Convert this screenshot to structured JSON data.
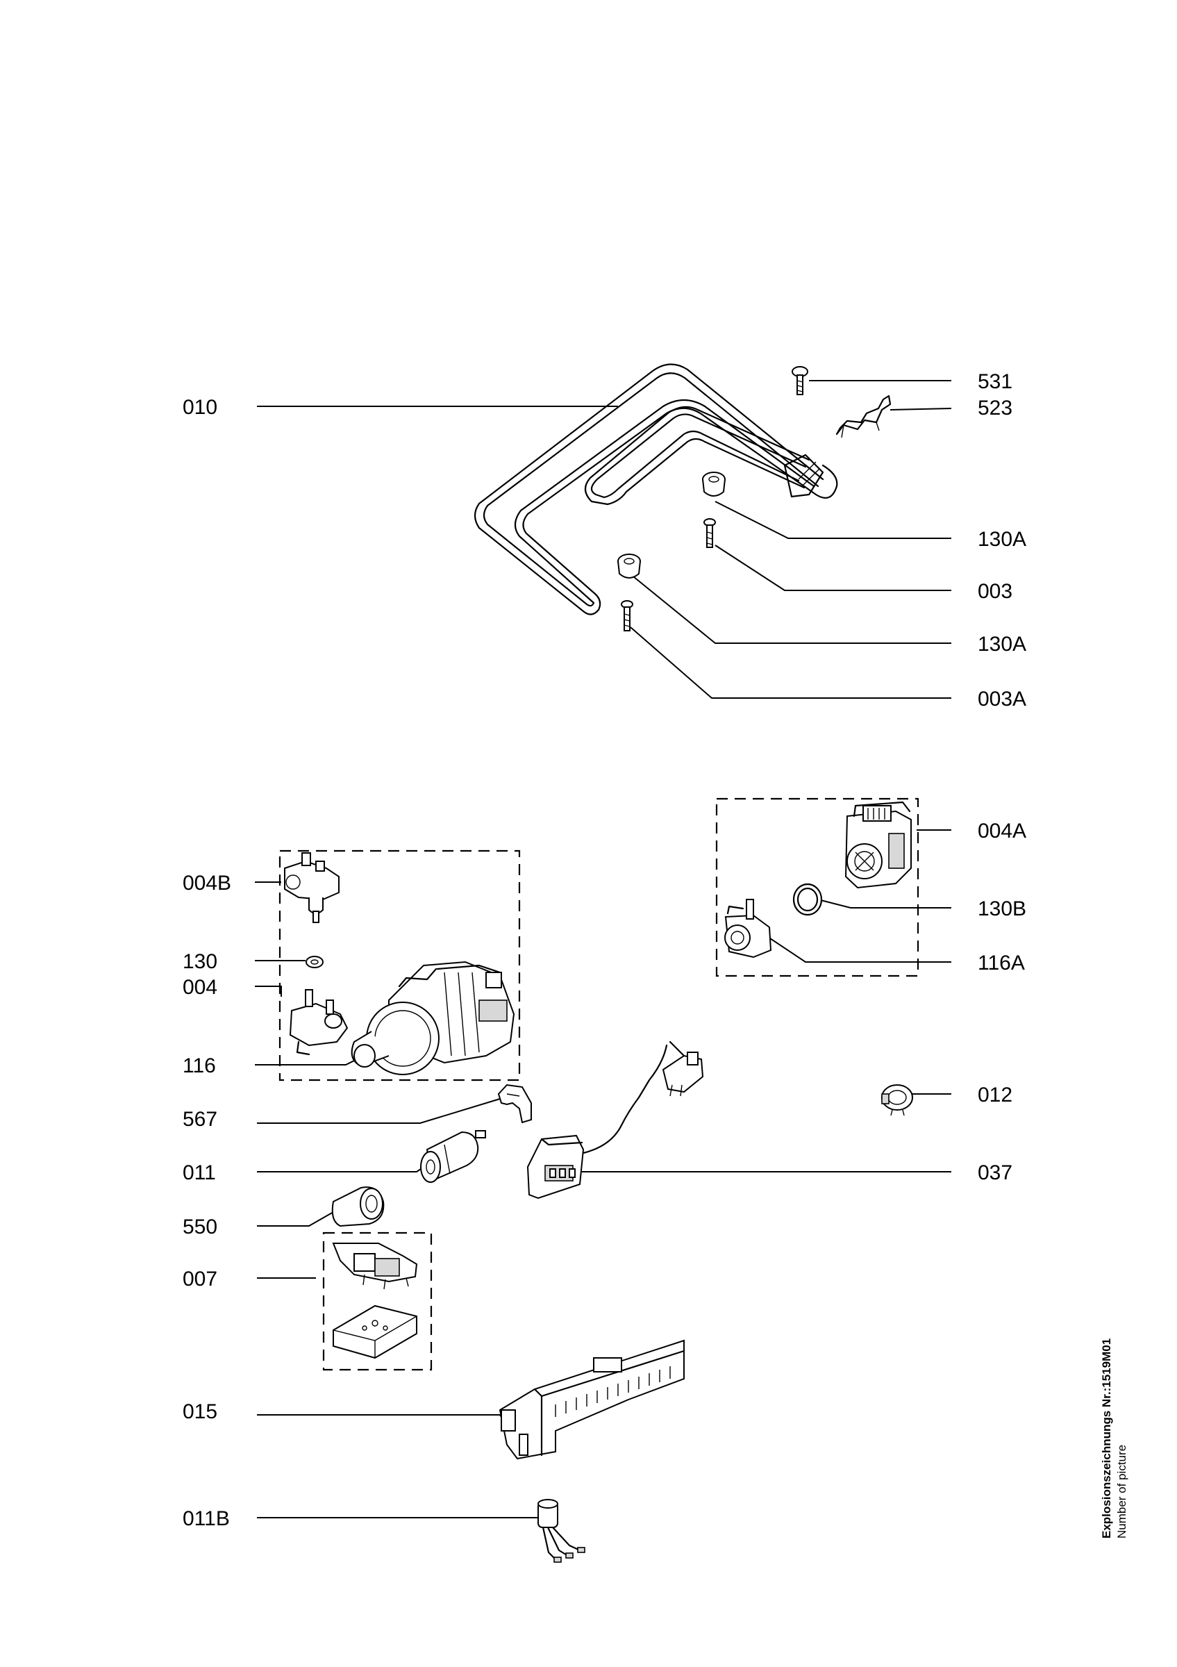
{
  "labels": {
    "l010": "010",
    "l531": "531",
    "l523": "523",
    "l130A_1": "130A",
    "l003": "003",
    "l130A_2": "130A",
    "l003A": "003A",
    "l004A": "004A",
    "l130B": "130B",
    "l116A": "116A",
    "l004B": "004B",
    "l130": "130",
    "l004": "004",
    "l116": "116",
    "l012": "012",
    "l567": "567",
    "l011": "011",
    "l037": "037",
    "l550": "550",
    "l007": "007",
    "l015": "015",
    "l011B": "011B"
  },
  "caption": {
    "title": "Explosionszeichnungs Nr.:1519M01",
    "subtitle": "Number of picture"
  }
}
